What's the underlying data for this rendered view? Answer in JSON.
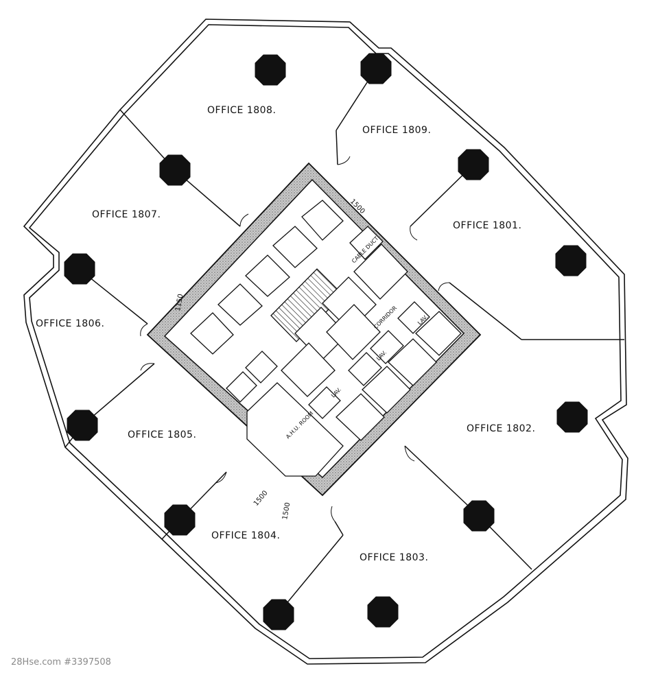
{
  "offices": [
    {
      "id": "1801",
      "label": "OFFICE 1801."
    },
    {
      "id": "1802",
      "label": "OFFICE 1802."
    },
    {
      "id": "1803",
      "label": "OFFICE 1803."
    },
    {
      "id": "1804",
      "label": "OFFICE 1804."
    },
    {
      "id": "1805",
      "label": "OFFICE 1805."
    },
    {
      "id": "1806",
      "label": "OFFICE 1806."
    },
    {
      "id": "1807",
      "label": "OFFICE 1807."
    },
    {
      "id": "1808",
      "label": "OFFICE 1808."
    },
    {
      "id": "1809",
      "label": "OFFICE 1809."
    }
  ],
  "core_labels": {
    "ahu_room": "A.H.U. ROOM",
    "cable_duct": "CABLE DUCT",
    "corridor": "CORRIDOR",
    "lav": "LAV."
  },
  "dimensions": {
    "d1150": "1150",
    "d1500a": "1500",
    "d1500b": "1500",
    "d1500c": "1500"
  },
  "watermark": "28Hse.com #3397508",
  "colors": {
    "line": "#111111",
    "core_fill": "#9a9a9a",
    "column_fill": "#111111"
  }
}
